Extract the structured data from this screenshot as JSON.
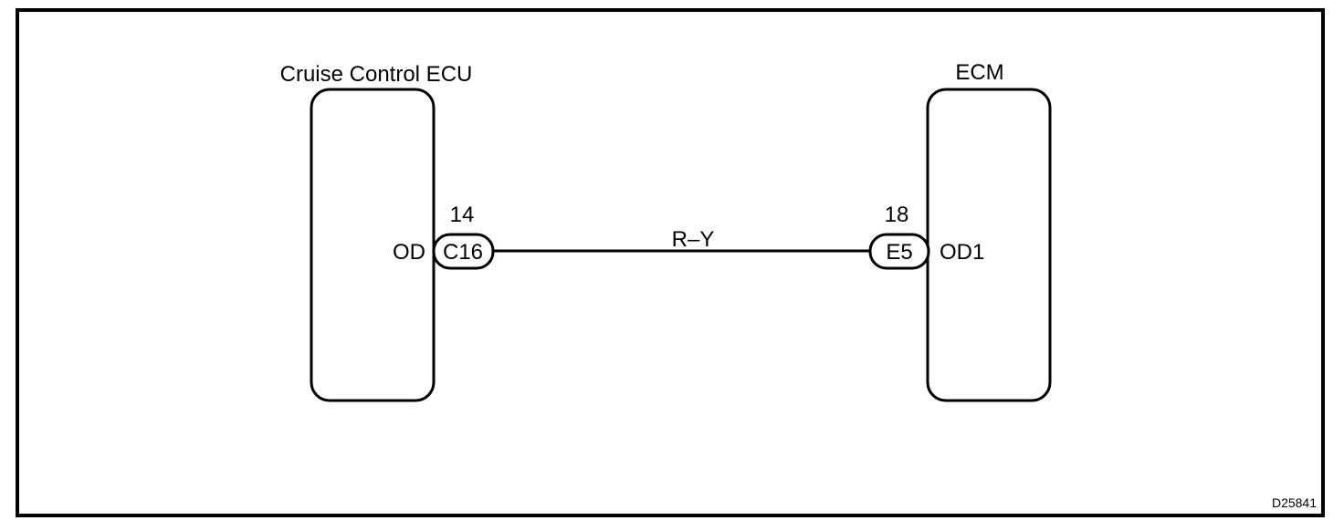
{
  "diagram": {
    "id_label": "D25841",
    "left_component": {
      "name": "Cruise Control ECU",
      "terminal": "OD",
      "pin": "14",
      "connector": "C16"
    },
    "right_component": {
      "name": "ECM",
      "terminal": "OD1",
      "pin": "18",
      "connector": "E5"
    },
    "wire": {
      "color_code": "R–Y"
    }
  }
}
